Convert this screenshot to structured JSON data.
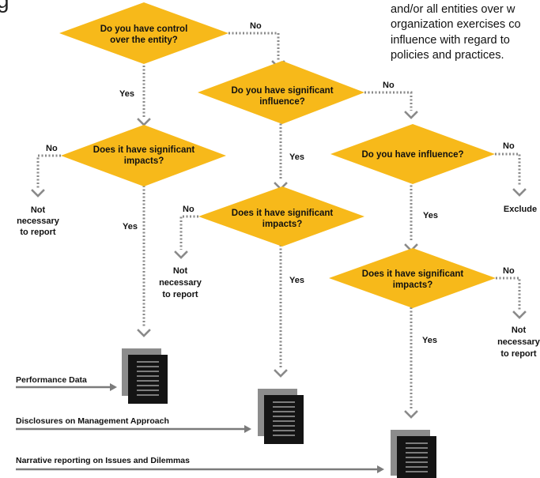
{
  "title_fragment": "g",
  "intro_lines": [
    "and/or all entities over w",
    "organization exercises co",
    "influence with regard to",
    "policies and practices."
  ],
  "questions": {
    "control": [
      "Do you have control",
      "over the entity?"
    ],
    "significant_influence": [
      "Do you have significant",
      "influence?"
    ],
    "influence": [
      "Do you have influence?"
    ],
    "impacts_1": [
      "Does it have significant",
      "impacts?"
    ],
    "impacts_2": [
      "Does it have significant",
      "impacts?"
    ],
    "impacts_3": [
      "Does it have significant",
      "impacts?"
    ]
  },
  "answers": {
    "yes": "Yes",
    "no": "No"
  },
  "outcomes": {
    "not_necessary": [
      "Not",
      "necessary",
      "to report"
    ],
    "not_necessary_cut": [
      "Not",
      "necessary",
      "to report"
    ],
    "exclude": "Exclude"
  },
  "report_types": {
    "performance": "Performance Data",
    "management": "Disclosures on Management Approach",
    "narrative": "Narrative reporting on Issues and Dilemmas"
  },
  "colors": {
    "diamond": "#f7b91a",
    "connector": "#8a8a8a",
    "document": "#141414",
    "document_shadow": "#8c8c8c"
  }
}
